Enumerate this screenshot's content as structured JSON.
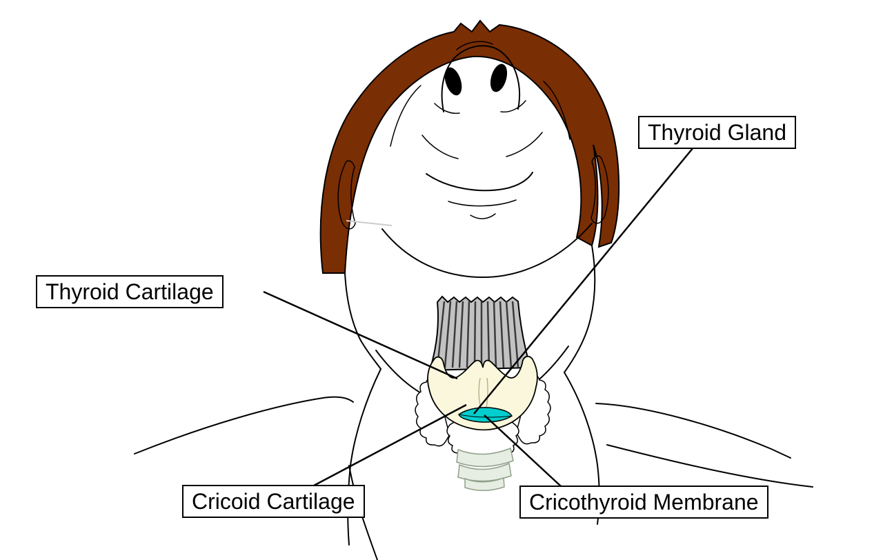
{
  "labels": {
    "thyroid_gland": "Thyroid Gland",
    "thyroid_cartilage": "Thyroid Cartilage",
    "cricoid_cartilage": "Cricoid Cartilage",
    "cricothyroid_membrane": "Cricothyroid Membrane"
  },
  "colors": {
    "background": "#ffffff",
    "outline": "#000000",
    "hair": "#7a2e04",
    "muscle": "#c2c2c2",
    "striation": "#3a3a3a",
    "thyroid_cartilage": "#faf7dc",
    "cricothyroid_membrane": "#00cdcd",
    "gland": "#ffffff",
    "trachea": "#e6ede2",
    "trachea_outline": "#8fa08a"
  }
}
